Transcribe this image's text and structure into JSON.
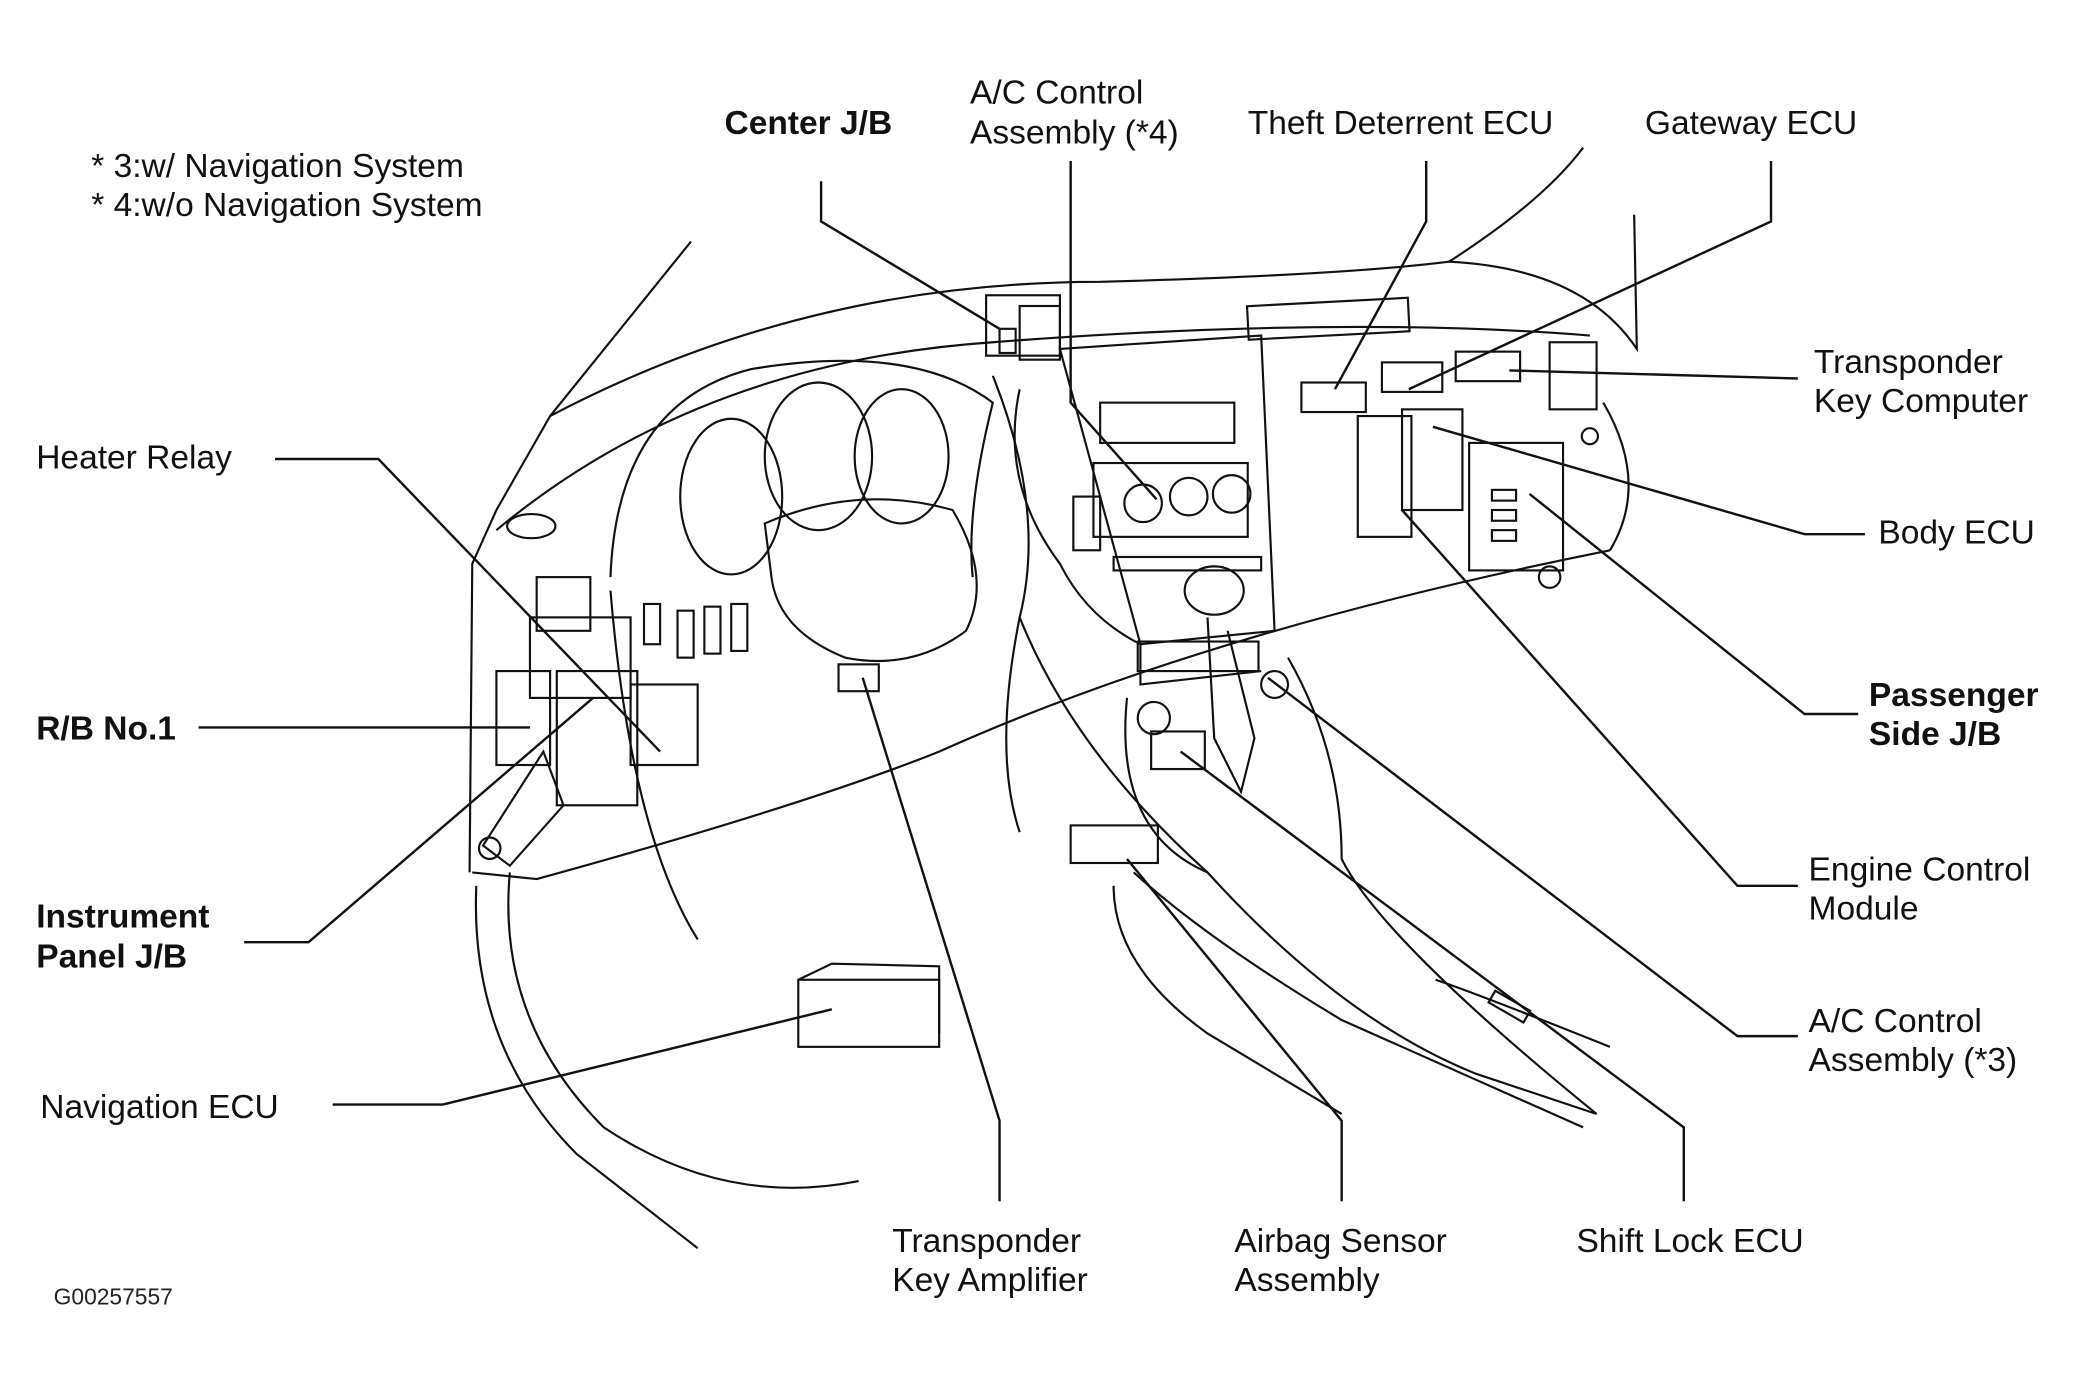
{
  "notes": [
    "* 3:w/ Navigation System",
    "* 4:w/o Navigation System"
  ],
  "labels": {
    "center_jb": "Center J/B",
    "ac_control_4": [
      "A/C Control",
      "Assembly (*4)"
    ],
    "theft_deterrent_ecu": "Theft Deterrent ECU",
    "gateway_ecu": "Gateway ECU",
    "transponder_key_computer": [
      "Transponder",
      "Key Computer"
    ],
    "heater_relay": "Heater Relay",
    "rb_no1": "R/B No.1",
    "instrument_panel_jb": [
      "Instrument",
      "Panel J/B"
    ],
    "navigation_ecu": "Navigation ECU",
    "body_ecu": "Body ECU",
    "passenger_side_jb": [
      "Passenger",
      "Side J/B"
    ],
    "engine_control_module": [
      "Engine Control",
      "Module"
    ],
    "ac_control_3": [
      "A/C Control",
      "Assembly (*3)"
    ],
    "shift_lock_ecu": "Shift Lock ECU",
    "airbag_sensor_assembly": [
      "Airbag Sensor",
      "Assembly"
    ],
    "transponder_key_amplifier": [
      "Transponder",
      "Key Amplifier"
    ]
  },
  "figure_code": "G00257557"
}
